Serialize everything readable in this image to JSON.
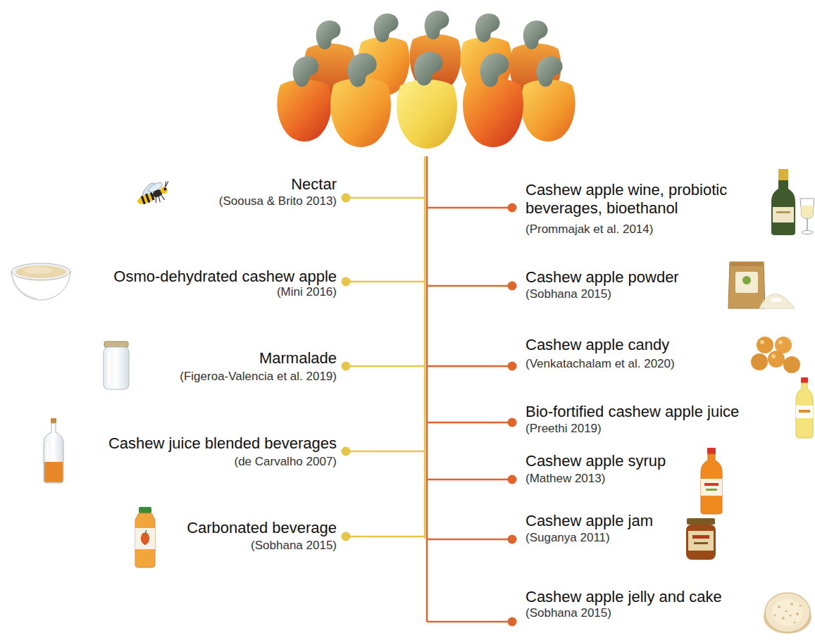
{
  "diagram": {
    "labels": [
      "Nectar",
      "(Soousa & Brito 2013)",
      "Osmo-dehydrated cashew apple",
      "(Mini 2016)",
      "Marmalade",
      "(Figeroa-Valencia et al. 2019)",
      "Cashew juice blended beverages",
      "(de Carvalho 2007)",
      "Carbonated beverage",
      "(Sobhana 2015)",
      "Cashew apple wine, probiotic beverages, bioethanol",
      "(Prommajak et al. 2014)",
      "Cashew apple powder",
      "(Sobhana 2015)",
      "Cashew apple candy",
      "(Venkatachalam et al. 2020)",
      "Bio-fortified cashew apple juice",
      "(Preethi 2019)",
      "Cashew apple syrup",
      "(Mathew 2013)",
      "Cashew apple jam",
      "(Suganya 2011)",
      "Cashew apple jelly and cake",
      "(Sobhana 2015)"
    ]
  }
}
